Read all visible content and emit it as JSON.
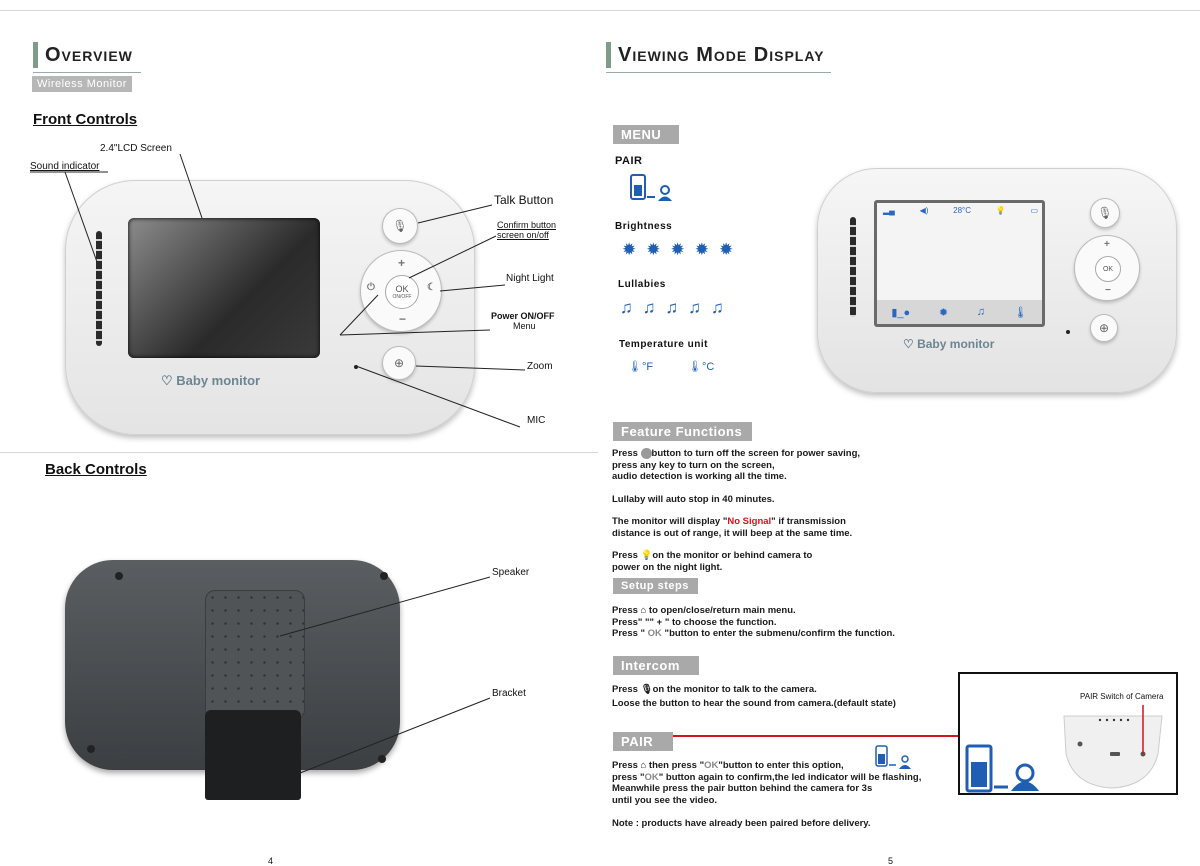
{
  "left": {
    "title": "Overview",
    "subtitle": "Wireless Monitor",
    "front_heading": "Front Controls",
    "labels": {
      "lcd": "2.4\"LCD Screen",
      "sound": "Sound indicator",
      "talk": "Talk Button",
      "confirm": "Confirm button\nscreen on/off",
      "night": "Night Light",
      "power": "Power ON/OFF",
      "menu": "Menu",
      "zoom": "Zoom",
      "mic": "MIC",
      "speaker": "Speaker",
      "bracket": "Bracket"
    },
    "logo": "Baby monitor",
    "ok_label": "OK",
    "onoff_label": "ON/OFF",
    "back_heading": "Back Controls",
    "page_number": "4"
  },
  "right": {
    "title": "Viewing Mode Display",
    "menu_tag": "MENU",
    "pair_h": "PAIR",
    "brightness_h": "Brightness",
    "lullabies_h": "Lullabies",
    "temp_h": "Temperature unit",
    "temp_f": "°F",
    "temp_c": "°C",
    "status_temp": "28°C",
    "logo": "Baby monitor",
    "feature_tag": "Feature Functions",
    "feature_lines": {
      "f1a": "Press ",
      "f1b": "button to turn off the screen for power saving,",
      "f2": "press any key to turn on the screen,",
      "f3": "audio detection is working all the time.",
      "f4": "Lullaby will auto stop in 40 minutes.",
      "f5a": "The monitor will display \"",
      "f5b": "No Signal",
      "f5c": "\" if transmission",
      "f6": "distance is out of range, it will beep at the same time.",
      "f7a": "Press ",
      "f7b": "on the monitor or behind camera to",
      "f8": "power on the night light."
    },
    "setup_tag": "Setup steps",
    "setup_lines": {
      "s1a": "Press ",
      "s1b": " to open/close/return main menu.",
      "s2": "Press\" \"\" + \" to choose the function.",
      "s3a": "Press \" ",
      "s3b": "OK",
      "s3c": " \"button to enter the submenu/confirm the function."
    },
    "intercom_tag": "Intercom",
    "intercom_lines": {
      "i1a": "Press ",
      "i1b": "on the monitor to talk to the camera.",
      "i2": "Loose the button to hear the sound from camera.(default state)"
    },
    "pair_tag": "PAIR",
    "pair_lines": {
      "p1a": "Press ",
      "p1b": " then press \"",
      "p1c": "OK",
      "p1d": "\"button to enter this option,",
      "p2a": "press \"",
      "p2b": "OK",
      "p2c": "\" button again to confirm,the led indicator will be flashing,",
      "p3": "Meanwhile press the pair button behind the camera for 3s",
      "p4": "until you see the video."
    },
    "note": "Note : products have already been paired before delivery.",
    "pair_switch_label": "PAIR Switch of Camera",
    "page_number": "5"
  },
  "colors": {
    "icon_blue": "#1e5fb3",
    "red": "#d4141a",
    "tag_grey": "#a9a9a9"
  }
}
